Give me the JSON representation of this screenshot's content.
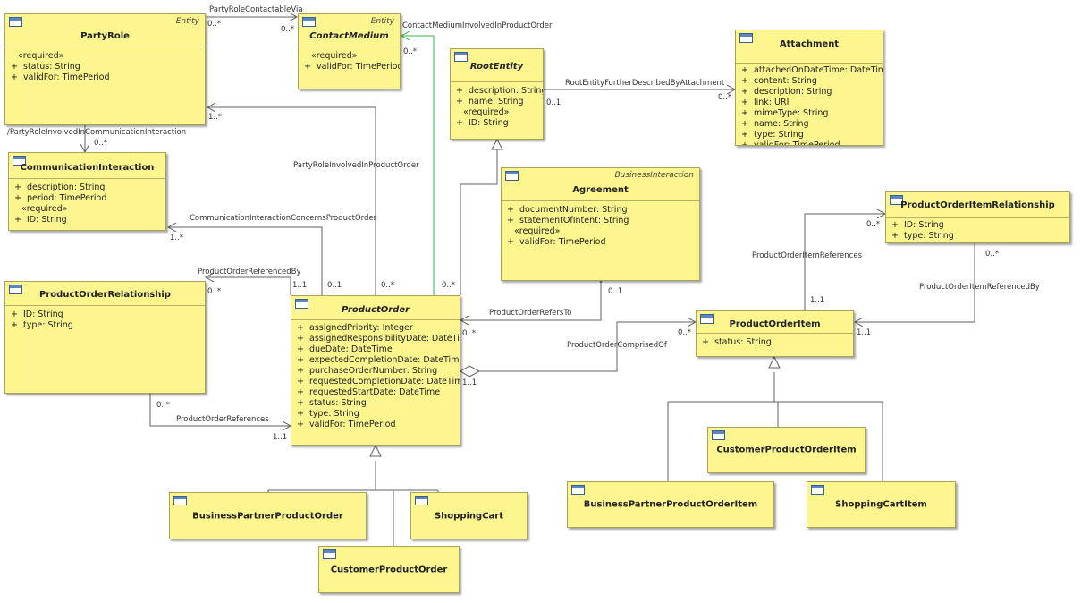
{
  "classes": {
    "party_role": {
      "name": "PartyRole",
      "stereotype": "Entity",
      "attrs": [
        {
          "vis": "",
          "text": "«required»",
          "req": true
        },
        {
          "vis": "+",
          "text": "status: String"
        },
        {
          "vis": "+",
          "text": "validFor: TimePeriod"
        }
      ]
    },
    "contact_medium": {
      "name": "ContactMedium",
      "stereotype": "Entity",
      "attrs": [
        {
          "vis": "",
          "text": "«required»",
          "req": true
        },
        {
          "vis": "+",
          "text": "validFor: TimePeriod"
        }
      ]
    },
    "root_entity": {
      "name": "RootEntity",
      "attrs": [
        {
          "vis": "+",
          "text": "description: String"
        },
        {
          "vis": "+",
          "text": "name: String"
        },
        {
          "vis": "",
          "text": "«required»",
          "req": true
        },
        {
          "vis": "+",
          "text": "ID: String"
        }
      ]
    },
    "attachment": {
      "name": "Attachment",
      "attrs": [
        {
          "vis": "+",
          "text": "attachedOnDateTime: DateTime"
        },
        {
          "vis": "+",
          "text": "content: String"
        },
        {
          "vis": "+",
          "text": "description: String"
        },
        {
          "vis": "+",
          "text": "link: URI"
        },
        {
          "vis": "+",
          "text": "mimeType: String"
        },
        {
          "vis": "+",
          "text": "name: String"
        },
        {
          "vis": "+",
          "text": "type: String"
        },
        {
          "vis": "+",
          "text": "validFor: TimePeriod"
        }
      ]
    },
    "communication_interaction": {
      "name": "CommunicationInteraction",
      "attrs": [
        {
          "vis": "+",
          "text": "description: String"
        },
        {
          "vis": "+",
          "text": "period: TimePeriod"
        },
        {
          "vis": "",
          "text": "«required»",
          "req": true
        },
        {
          "vis": "+",
          "text": "ID: String"
        }
      ]
    },
    "agreement": {
      "name": "Agreement",
      "stereotype": "BusinessInteraction",
      "attrs": [
        {
          "vis": "+",
          "text": "documentNumber: String"
        },
        {
          "vis": "+",
          "text": "statementOfIntent: String"
        },
        {
          "vis": "",
          "text": "«required»",
          "req": true
        },
        {
          "vis": "+",
          "text": "validFor: TimePeriod"
        }
      ]
    },
    "product_order_item_relationship": {
      "name": "ProductOrderItemRelationship",
      "attrs": [
        {
          "vis": "+",
          "text": "ID: String"
        },
        {
          "vis": "+",
          "text": "type: String"
        }
      ]
    },
    "product_order_relationship": {
      "name": "ProductOrderRelationship",
      "attrs": [
        {
          "vis": "+",
          "text": "ID: String"
        },
        {
          "vis": "+",
          "text": "type: String"
        }
      ]
    },
    "product_order": {
      "name": "ProductOrder",
      "attrs": [
        {
          "vis": "+",
          "text": "assignedPriority: Integer"
        },
        {
          "vis": "+",
          "text": "assignedResponsibilityDate: DateTime"
        },
        {
          "vis": "+",
          "text": "dueDate: DateTime"
        },
        {
          "vis": "+",
          "text": "expectedCompletionDate: DateTime"
        },
        {
          "vis": "+",
          "text": "purchaseOrderNumber: String"
        },
        {
          "vis": "+",
          "text": "requestedCompletionDate: DateTime"
        },
        {
          "vis": "+",
          "text": "requestedStartDate: DateTime"
        },
        {
          "vis": "+",
          "text": "status: String"
        },
        {
          "vis": "+",
          "text": "type: String"
        },
        {
          "vis": "+",
          "text": "validFor: TimePeriod"
        }
      ]
    },
    "product_order_item": {
      "name": "ProductOrderItem",
      "attrs": [
        {
          "vis": "+",
          "text": "status: String"
        }
      ]
    },
    "customer_product_order_item": {
      "name": "CustomerProductOrderItem"
    },
    "business_partner_product_order_item": {
      "name": "BusinessPartnerProductOrderItem"
    },
    "shopping_cart_item": {
      "name": "ShoppingCartItem"
    },
    "business_partner_product_order": {
      "name": "BusinessPartnerProductOrder"
    },
    "shopping_cart": {
      "name": "ShoppingCart"
    },
    "customer_product_order": {
      "name": "CustomerProductOrder"
    }
  },
  "associations": {
    "party_role_contactable_via": "PartyRoleContactableVia",
    "contact_medium_involved": "ContactMediumInvolvedInProductOrder",
    "root_entity_described_by": "RootEntityFurtherDescribedByAttachment",
    "party_role_in_communication": "/PartyRoleInvolvedInCommunicationInteraction",
    "party_role_in_product_order": "PartyRoleInvolvedInProductOrder",
    "communication_concerns_order": "CommunicationInteractionConcernsProductOrder",
    "order_referenced_by": "ProductOrderReferencedBy",
    "order_references": "ProductOrderReferences",
    "order_refers_to": "ProductOrderRefersTo",
    "order_comprised_of": "ProductOrderComprisedOf",
    "item_references": "ProductOrderItemReferences",
    "item_referenced_by": "ProductOrderItemReferencedBy"
  },
  "multiplicities": {
    "m1": "0..*",
    "m2": "0..*",
    "m3": "0..*",
    "m4": "0..1",
    "m5": "0..*",
    "m6": "1..*",
    "m7": "0..*",
    "m8": "1..*",
    "m9": "0..*",
    "m10": "1..1",
    "m11": "0..1",
    "m12": "0..*",
    "m13": "0..*",
    "m14": "0..*",
    "m15": "1..1",
    "m16": "0..1",
    "m17": "0..*",
    "m18": "0..*",
    "m19": "1..1",
    "m20": "0..*",
    "m21": "1..1",
    "m22": "0..*",
    "m23": "1..1"
  },
  "colors": {
    "box_fill": "#fdf68f",
    "line": "#606060",
    "highlight_line": "#3cb54a"
  }
}
